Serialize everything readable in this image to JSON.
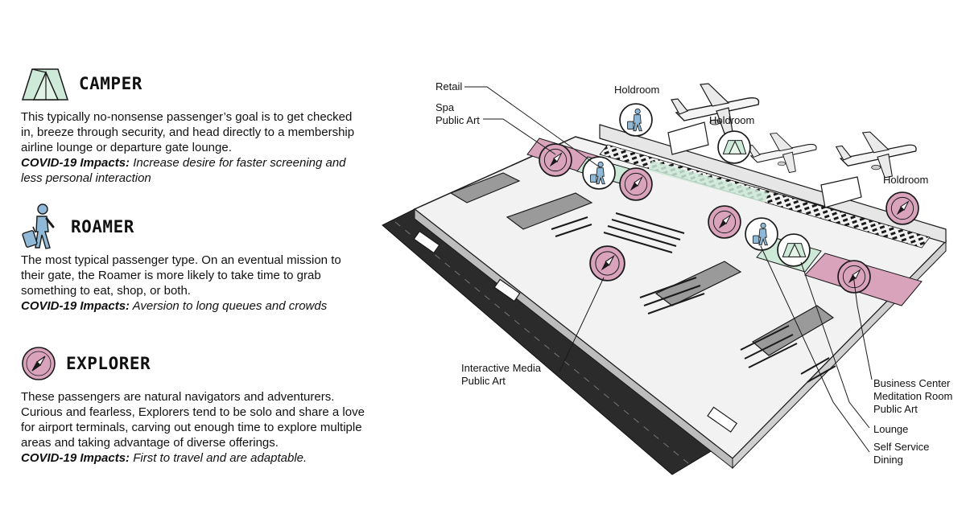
{
  "personas": {
    "camper": {
      "icon": "tent-icon",
      "title": "CAMPER",
      "description": "This typically no-nonsense passenger’s goal is to get checked in, breeze through security, and head directly to a membership airline lounge or departure gate lounge.",
      "impact_label": "COVID-19 Impacts:",
      "impact_text": "Increase desire for faster screening and less personal interaction"
    },
    "roamer": {
      "icon": "traveler-with-suitcase-icon",
      "title": "ROAMER",
      "description": "The most typical passenger type. On an eventual mission to their gate, the Roamer is more likely to take time to grab something to eat, shop, or both.",
      "impact_label": "COVID-19 Impacts:",
      "impact_text": "Aversion to long queues and crowds"
    },
    "explorer": {
      "icon": "compass-icon",
      "title": "EXPLORER",
      "description": "These passengers are natural navigators and adventurers. Curious and fearless, Explorers tend to be solo and share a love for airport terminals, carving out enough time to explore multiple areas and taking advantage of diverse offerings.",
      "impact_label": "COVID-19 Impacts:",
      "impact_text": "First to travel and are adaptable."
    }
  },
  "diagram": {
    "labels": {
      "retail": "Retail",
      "spa_1": "Spa",
      "spa_2": "Public Art",
      "holdroom_1": "Holdroom",
      "holdroom_2": "Holdroom",
      "holdroom_3": "Holdroom",
      "interactive_1": "Interactive Media",
      "interactive_2": "Public Art",
      "business_1": "Business Center",
      "business_2": "Meditation Room",
      "business_3": "Public Art",
      "lounge": "Lounge",
      "selfservice_1": "Self Service",
      "selfservice_2": "Dining"
    }
  },
  "colors": {
    "camper_green": "#cde9d7",
    "explorer_pink": "#d9a3bb",
    "roamer_blue": "#8fb9d6",
    "floor": "#f2f2f2",
    "road": "#2b2b2b"
  }
}
